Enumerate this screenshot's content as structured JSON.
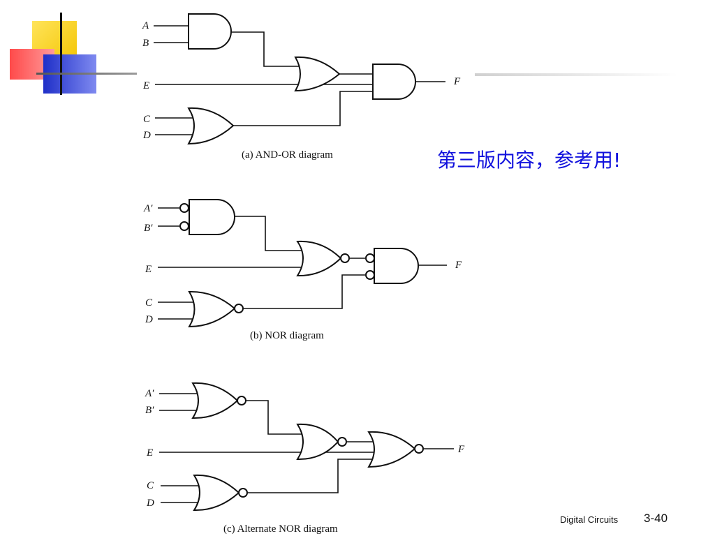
{
  "note": "第三版内容，参考用!",
  "footer": {
    "course": "Digital Circuits",
    "page": "3-40"
  },
  "colors": {
    "note": "#1111dd",
    "deco_yellow": "#f8d31a",
    "deco_red": "#ee3b3b",
    "deco_blue": "#2233cc"
  },
  "diagrams": {
    "a": {
      "caption": "(a)  AND-OR diagram",
      "inputs": [
        "A",
        "B",
        "E",
        "C",
        "D"
      ],
      "output": "F"
    },
    "b": {
      "caption": "(b)  NOR diagram",
      "inputs": [
        "A′",
        "B′",
        "E",
        "C",
        "D"
      ],
      "output": "F"
    },
    "c": {
      "caption": "(c)  Alternate NOR diagram",
      "inputs": [
        "A′",
        "B′",
        "E",
        "C",
        "D"
      ],
      "output": "F"
    }
  }
}
